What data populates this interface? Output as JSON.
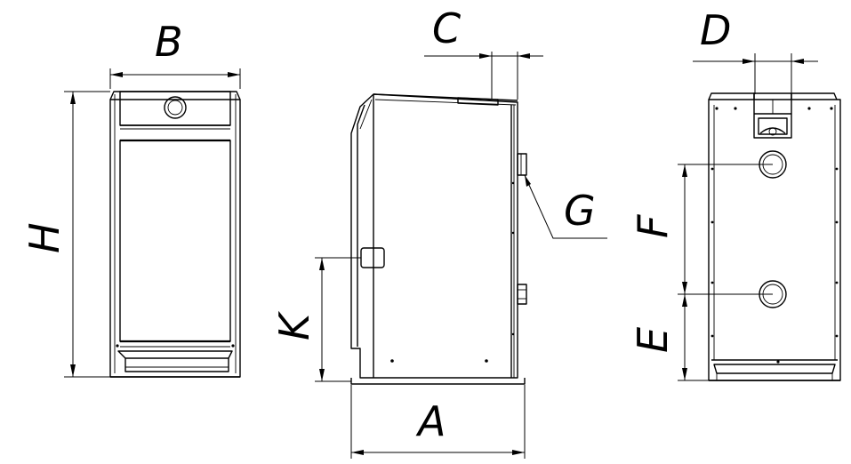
{
  "dimension_labels": {
    "a": "A",
    "b": "B",
    "c": "C",
    "d": "D",
    "e": "E",
    "f": "F",
    "g": "G",
    "h": "H",
    "k": "K"
  }
}
